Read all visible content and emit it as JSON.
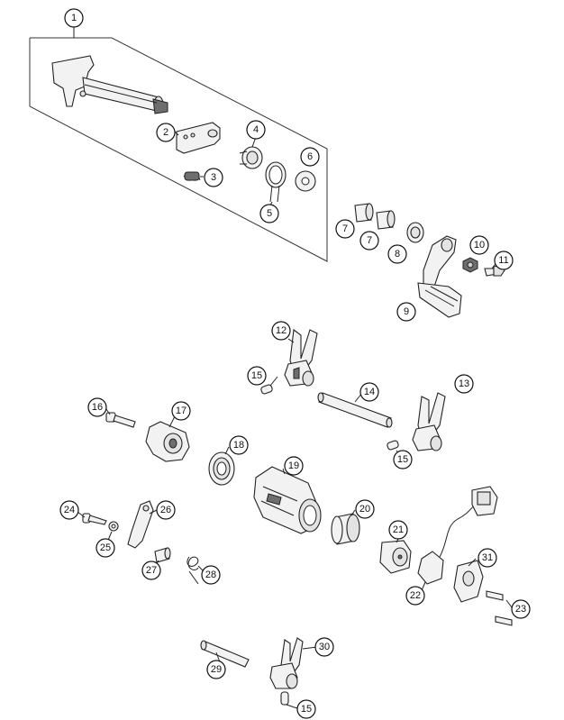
{
  "callouts": [
    {
      "label": "1"
    },
    {
      "label": "2"
    },
    {
      "label": "3"
    },
    {
      "label": "4"
    },
    {
      "label": "5"
    },
    {
      "label": "6"
    },
    {
      "label": "7"
    },
    {
      "label": "7"
    },
    {
      "label": "8"
    },
    {
      "label": "9"
    },
    {
      "label": "10"
    },
    {
      "label": "11"
    },
    {
      "label": "12"
    },
    {
      "label": "13"
    },
    {
      "label": "14"
    },
    {
      "label": "15"
    },
    {
      "label": "15"
    },
    {
      "label": "16"
    },
    {
      "label": "17"
    },
    {
      "label": "18"
    },
    {
      "label": "19"
    },
    {
      "label": "20"
    },
    {
      "label": "21"
    },
    {
      "label": "22"
    },
    {
      "label": "23"
    },
    {
      "label": "24"
    },
    {
      "label": "25"
    },
    {
      "label": "26"
    },
    {
      "label": "27"
    },
    {
      "label": "28"
    },
    {
      "label": "29"
    },
    {
      "label": "30"
    },
    {
      "label": "15"
    },
    {
      "label": "31"
    }
  ]
}
